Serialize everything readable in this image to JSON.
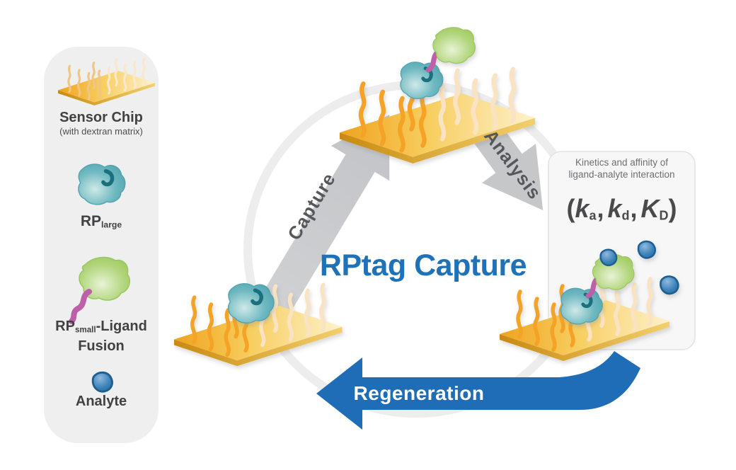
{
  "title": "RPtag Capture",
  "legend": {
    "sensor_chip_label": "Sensor Chip",
    "sensor_chip_sublabel": "(with dextran matrix)",
    "rp_large_base": "RP",
    "rp_large_sub": "large",
    "rp_small_base": "RP",
    "rp_small_sub": "small",
    "rp_small_suffix": "-Ligand",
    "rp_small_line2": "Fusion",
    "analyte_label": "Analyte"
  },
  "cycle": {
    "capture_label": "Capture",
    "analysis_label": "Analysis",
    "regeneration_label": "Regeneration"
  },
  "kinetics_panel": {
    "line1": "Kinetics and affinity of",
    "line2": "ligand-analyte interaction",
    "formula_lparen": "(",
    "formula_ka_base": "k",
    "formula_ka_sub": "a",
    "formula_comma1": ",",
    "formula_kd_base": "k",
    "formula_kd_sub": "d",
    "formula_comma2": ",",
    "formula_KD_base": "K",
    "formula_KD_sub": "D",
    "formula_rparen": ")"
  },
  "colors": {
    "accent_blue": "#2072b8",
    "regeneration_arrow_blue": "#1f6db6",
    "arrow_gray": "#c9cacc",
    "chip_gold": "#efa31e",
    "rp_large_teal": "#6fb9c1",
    "rp_small_green": "#a6cf6e",
    "ligand_pink": "#bd60a8",
    "analyte_blue": "#2e7cb6",
    "sidebar_bg": "#efefef",
    "panel_bg": "#f7f7f8"
  }
}
